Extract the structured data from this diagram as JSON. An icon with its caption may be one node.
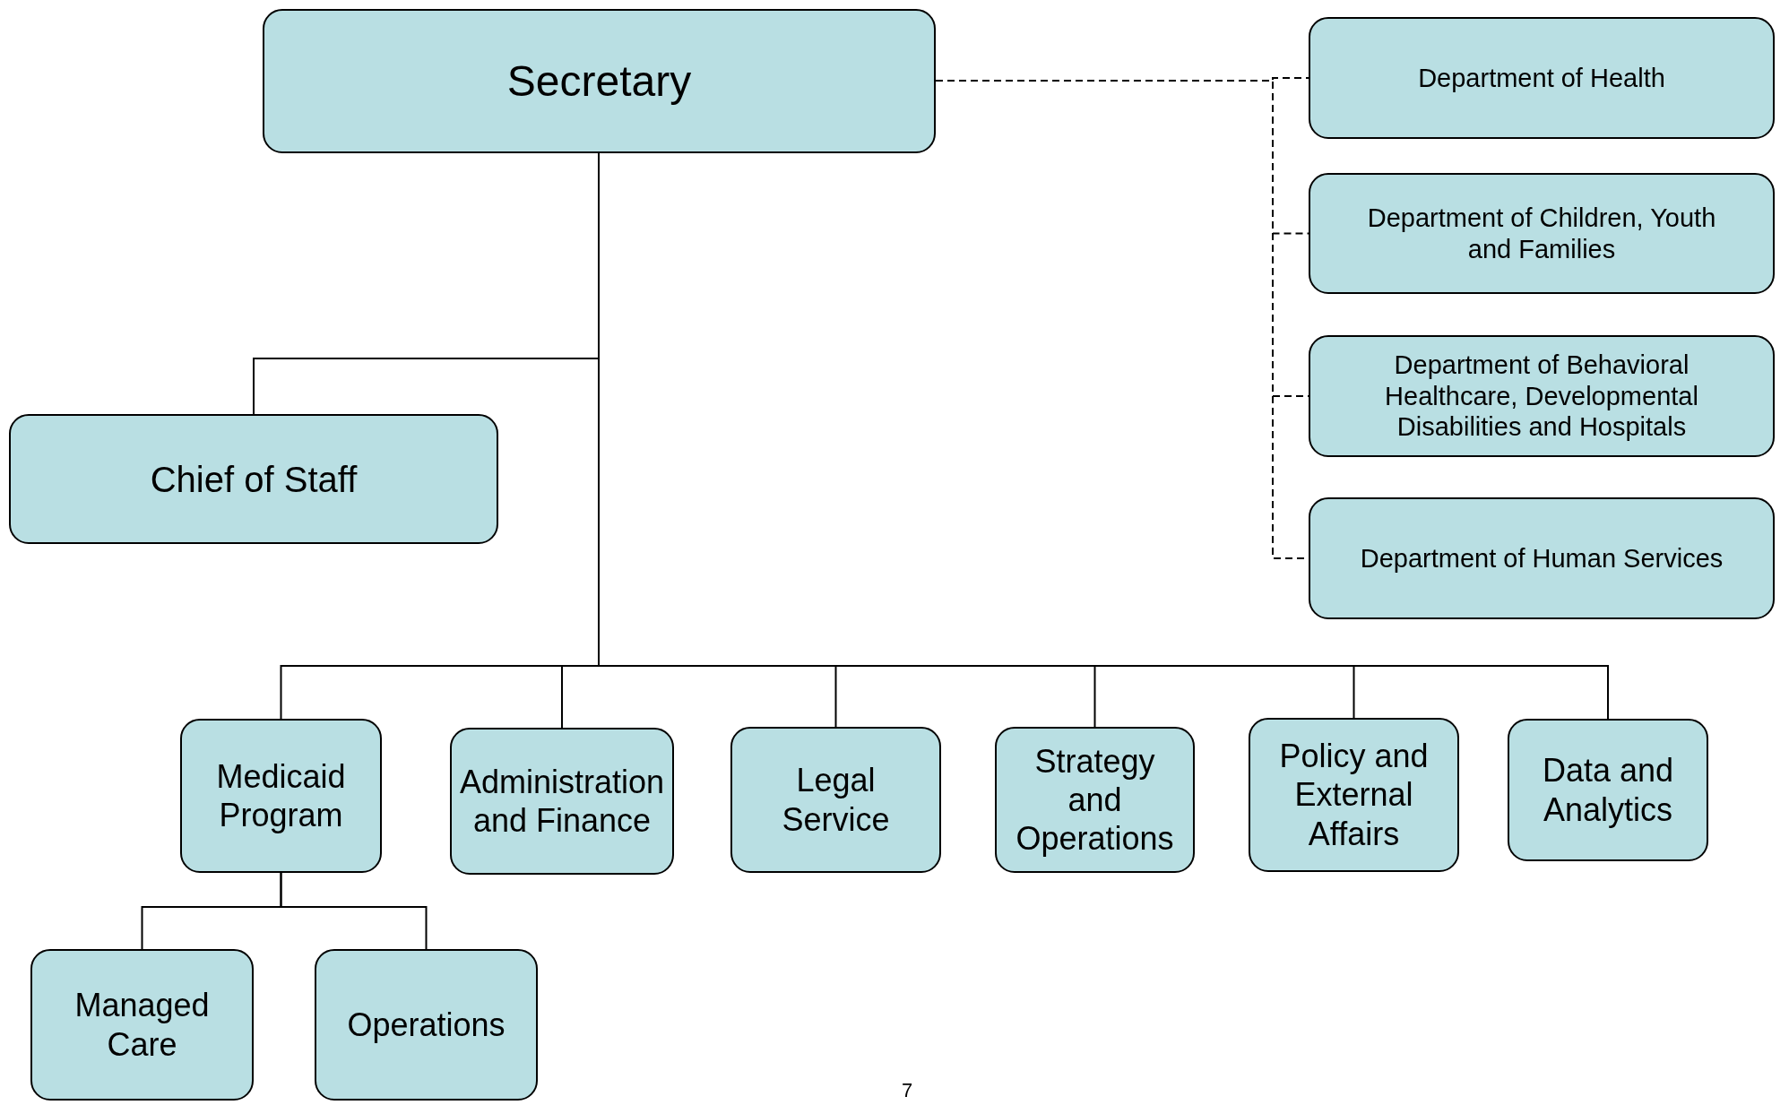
{
  "diagram": {
    "nodes": [
      {
        "text": [
          "Secretary"
        ]
      },
      {
        "text": [
          "Department of Health"
        ]
      },
      {
        "text": [
          "Department of Children, Youth and Families"
        ]
      },
      {
        "text": [
          "Department of Behavioral Healthcare, Developmental Disabilities and Hospitals"
        ]
      },
      {
        "text": [
          "Department of Human Services"
        ]
      },
      {
        "text": [
          "Chief of Staff"
        ]
      },
      {
        "text": [
          "Medicaid Program"
        ]
      },
      {
        "text": [
          "Administration and Finance"
        ]
      },
      {
        "text": [
          "Legal Service"
        ]
      },
      {
        "text": [
          "Strategy and Operations"
        ]
      },
      {
        "text": [
          "Policy and External Affairs"
        ]
      },
      {
        "text": [
          "Data and Analytics"
        ]
      },
      {
        "text": [
          "Managed Care"
        ]
      },
      {
        "text": [
          "Operations"
        ]
      }
    ],
    "edges": [
      {
        "from": 0,
        "to": 1,
        "arrow": "none",
        "style": "dashed"
      },
      {
        "from": 0,
        "to": 2,
        "arrow": "none",
        "style": "dashed"
      },
      {
        "from": 0,
        "to": 3,
        "arrow": "none",
        "style": "dashed"
      },
      {
        "from": 0,
        "to": 4,
        "arrow": "none",
        "style": "dashed"
      },
      {
        "from": 0,
        "to": 5,
        "arrow": "none"
      },
      {
        "from": 0,
        "to": 6,
        "arrow": "none"
      },
      {
        "from": 0,
        "to": 7,
        "arrow": "none"
      },
      {
        "from": 0,
        "to": 8,
        "arrow": "none"
      },
      {
        "from": 0,
        "to": 9,
        "arrow": "none"
      },
      {
        "from": 0,
        "to": 10,
        "arrow": "none"
      },
      {
        "from": 0,
        "to": 11,
        "arrow": "none"
      },
      {
        "from": 6,
        "to": 12,
        "arrow": "none"
      },
      {
        "from": 6,
        "to": 13,
        "arrow": "none"
      }
    ],
    "labels": [
      "7"
    ]
  }
}
